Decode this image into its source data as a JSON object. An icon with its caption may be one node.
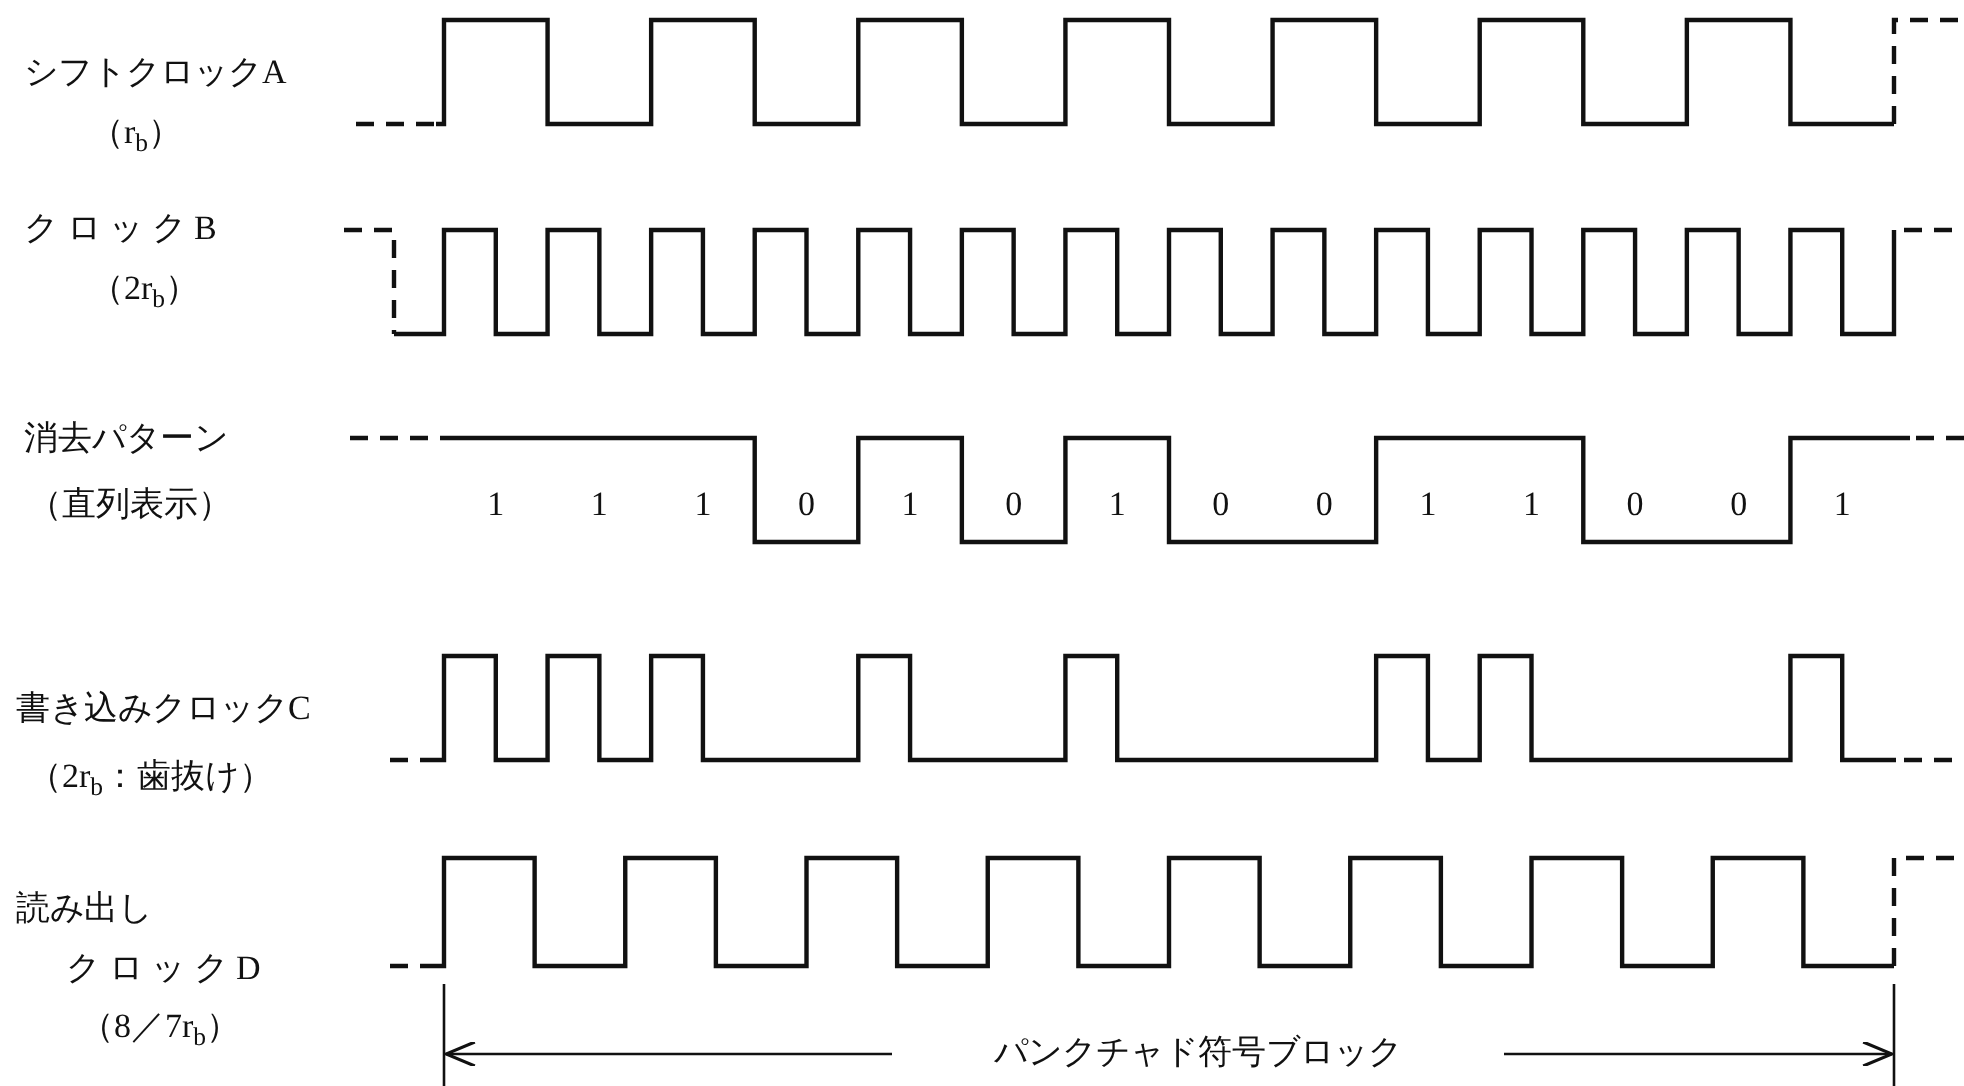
{
  "diagram": {
    "labels": [
      "シフトクロックA",
      "（r$_{b}$）",
      "クロックB",
      "（2r$_{b}$）",
      "消去パターン",
      "（直列表示）",
      "1",
      "1",
      "1",
      "0",
      "1",
      "0",
      "1",
      "0",
      "0",
      "1",
      "1",
      "0",
      "0",
      "1",
      "書き込みクロックC",
      "（2r$_{b}$：歯抜け）",
      "読み出し",
      "クロックD",
      "（8／7r$_{b}$）",
      "パンクチャド符号ブロック"
    ]
  }
}
